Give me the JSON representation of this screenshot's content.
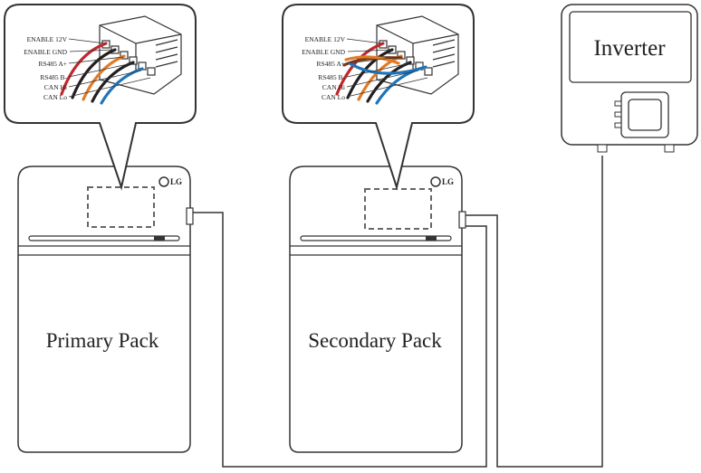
{
  "callouts": [
    {
      "labels": [
        "ENABLE 12V",
        "ENABLE GND",
        "RS485 A+",
        "RS485 B-",
        "CAN Hi",
        "CAN Lo"
      ]
    },
    {
      "labels": [
        "ENABLE 12V",
        "ENABLE GND",
        "RS485 A+",
        "RS485 B-",
        "CAN Hi",
        "CAN Lo"
      ]
    }
  ],
  "packs": [
    {
      "name": "Primary Pack",
      "logo": "LG"
    },
    {
      "name": "Secondary Pack",
      "logo": "LG"
    }
  ],
  "inverter": {
    "name": "Inverter"
  },
  "colors": {
    "wire_red": "#c0272d",
    "wire_black": "#231f20",
    "wire_orange": "#e37b26",
    "wire_blue": "#1e74bb",
    "stroke": "#333333"
  }
}
